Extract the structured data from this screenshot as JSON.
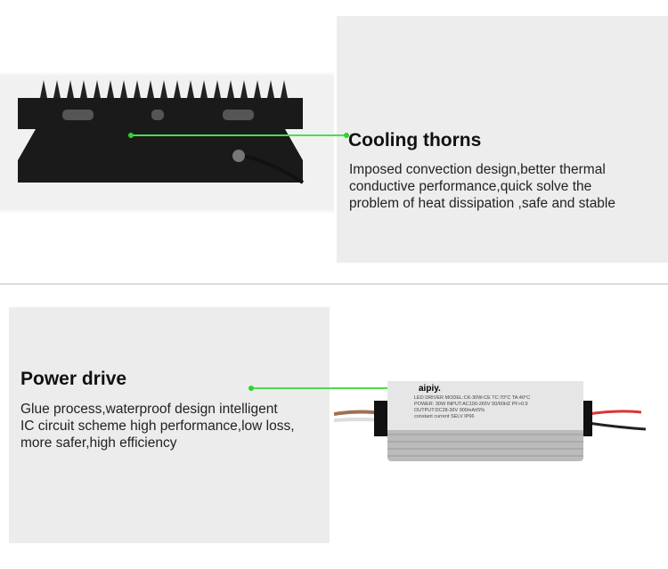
{
  "sections": [
    {
      "title": "Cooling thorns",
      "description": [
        "Imposed convection design,better thermal",
        "conductive performance,quick solve the",
        "problem of heat dissipation ,safe and stable"
      ]
    },
    {
      "title": "Power drive",
      "description": [
        "Glue process,waterproof design intelligent",
        "IC circuit scheme high performance,low loss,",
        "more safer,high efficiency"
      ]
    }
  ],
  "driver_label": {
    "brand": "aipiy.",
    "line1": "LED DRIVER  MODEL:CK-30W-CE  TC:70°C  TA:40°C",
    "line2": "POWER: 30W  INPUT:AC100-265V  50/60HZ  PF>0.9",
    "line3": "OUTPUT:DC28-36V  900mA±5%",
    "line4": "constant current  SELV  IP66"
  },
  "colors": {
    "accent": "#4ddc4d"
  }
}
